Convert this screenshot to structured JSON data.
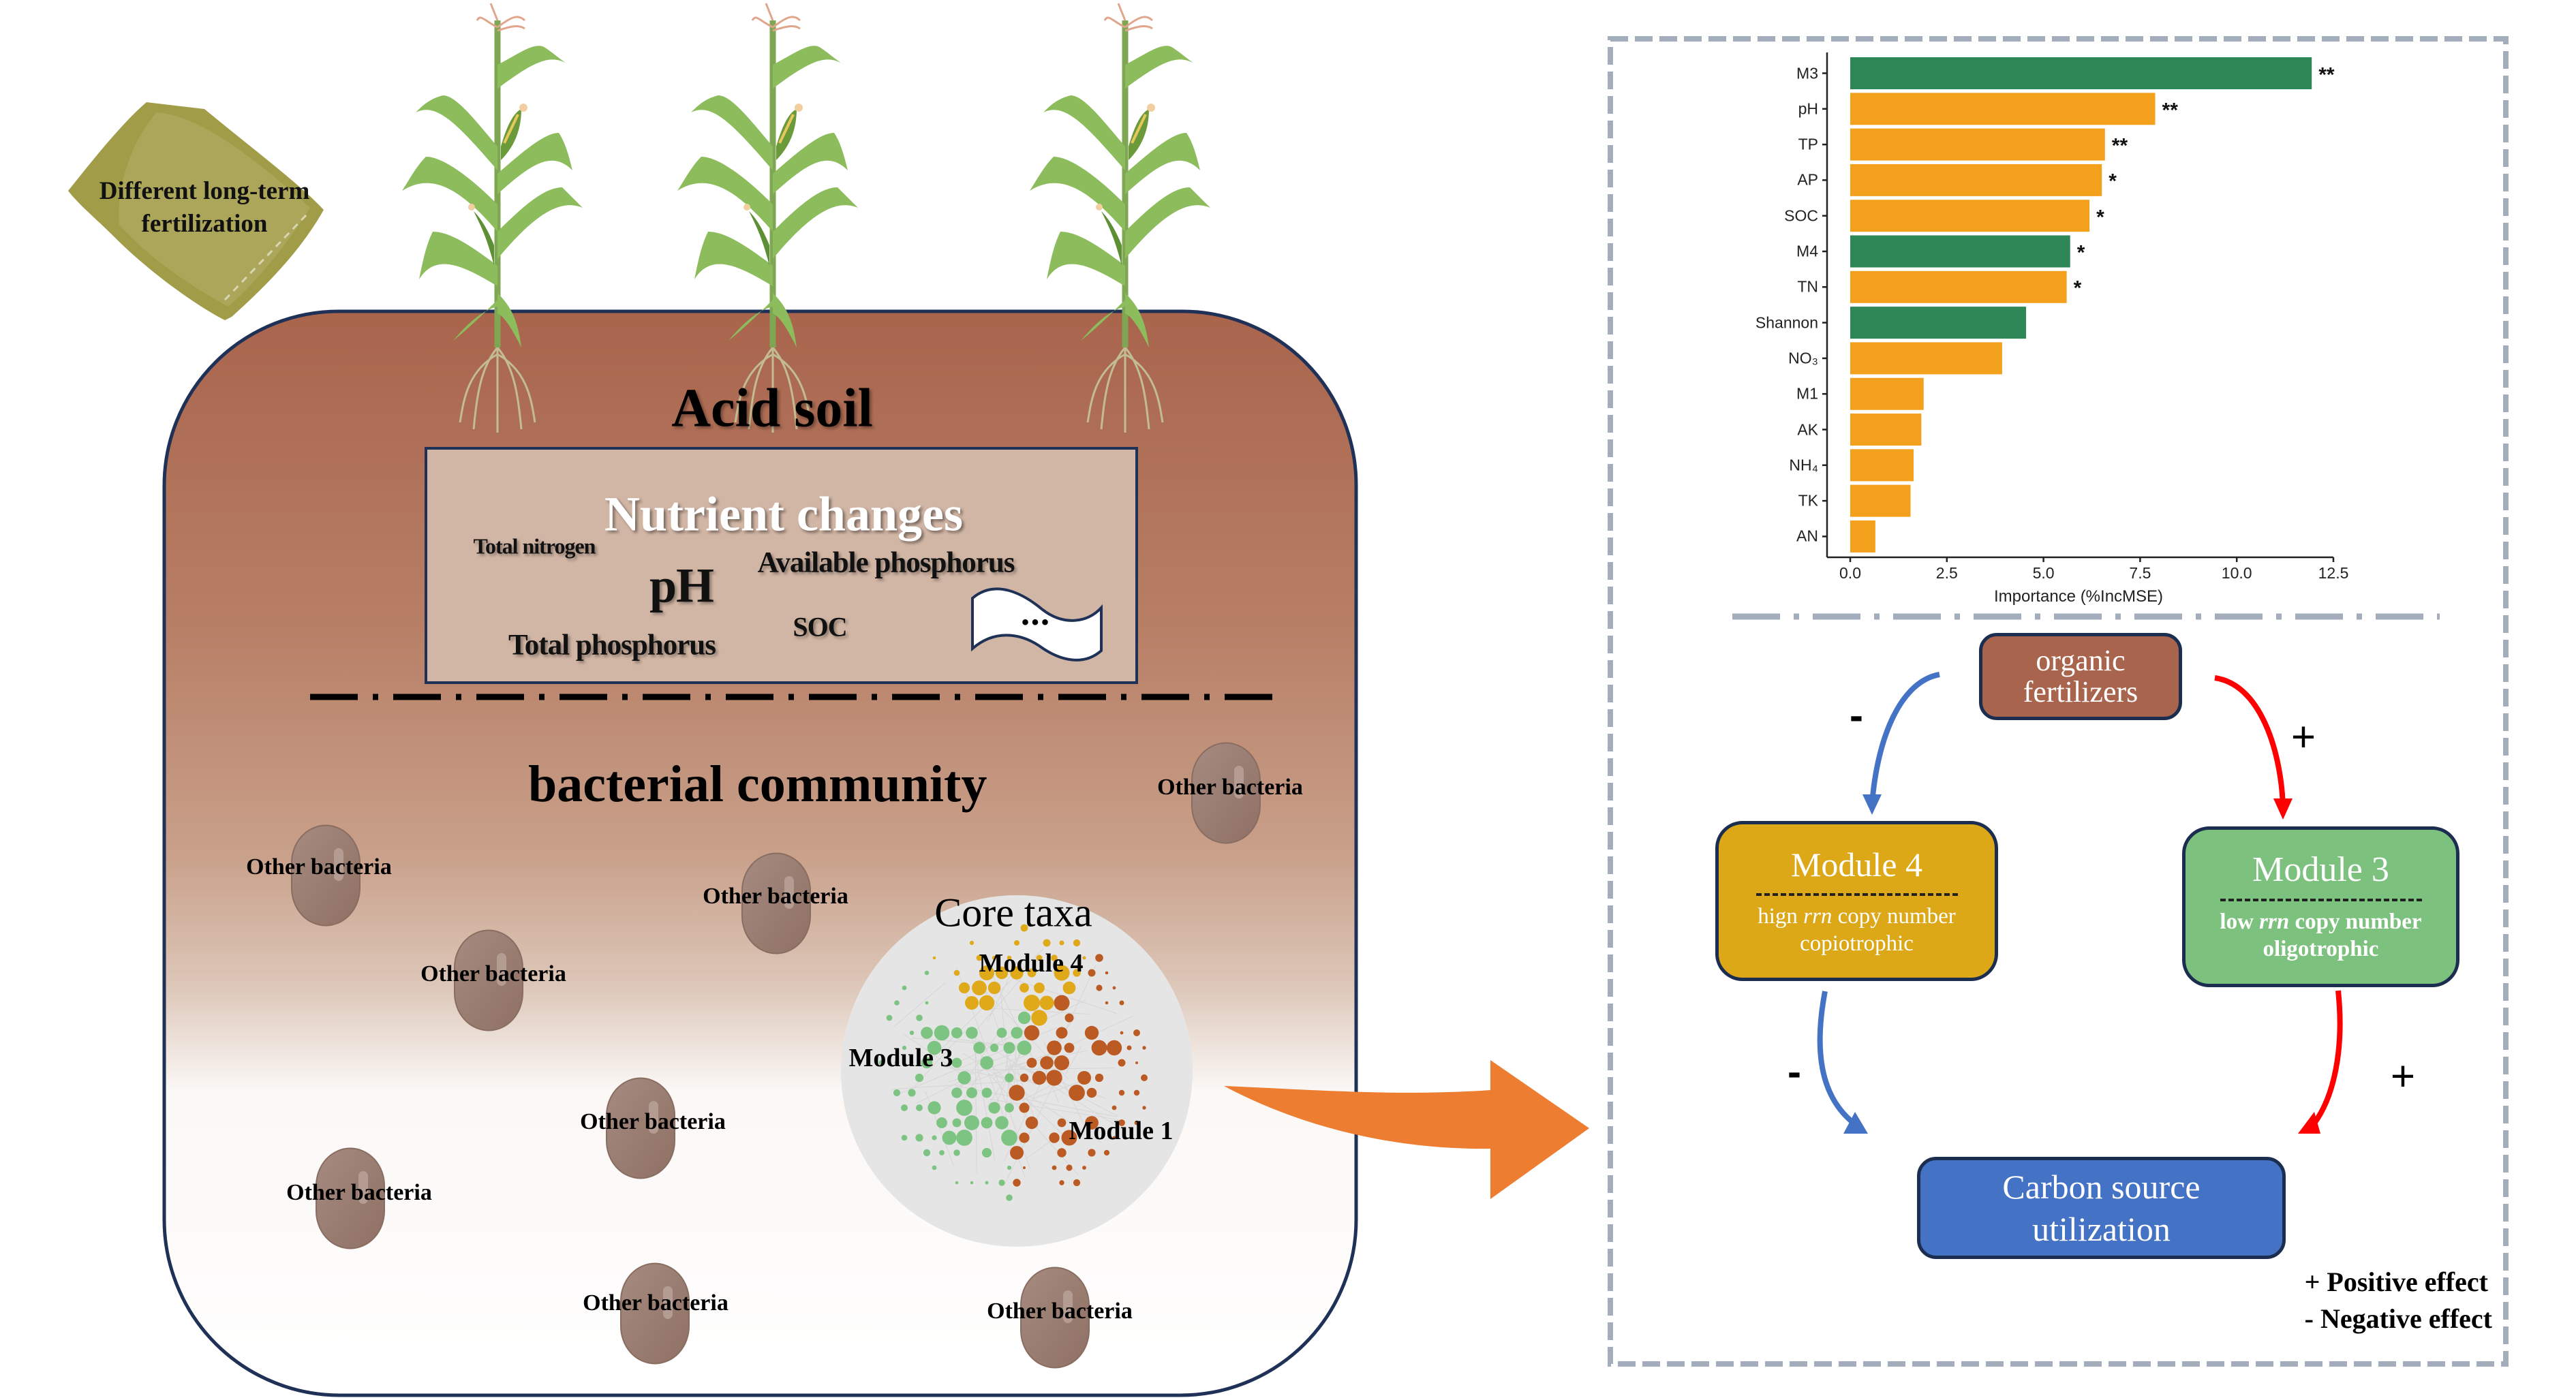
{
  "fertilizer_bag": {
    "label_line1": "Different long-term",
    "label_line2": "fertilization",
    "color": "#a8a552"
  },
  "soil": {
    "title": "Acid soil",
    "top_color": "#a9654d",
    "nutrient_box": {
      "title": "Nutrient changes",
      "items": {
        "total_nitrogen": "Total nitrogen",
        "ph": "pH",
        "available_phosphorus": "Available phosphorus",
        "soc": "SOC",
        "total_phosphorus": "Total phosphorus",
        "more": "•••"
      }
    },
    "community_title": "bacterial community",
    "other_bacteria_label": "Other bacteria",
    "core_taxa": {
      "title": "Core taxa",
      "modules": [
        "Module 4",
        "Module 3",
        "Module 1"
      ],
      "module_colors": {
        "Module 1": "#bb5a22",
        "Module 3": "#7dc482",
        "Module 4": "#e0a91a"
      }
    }
  },
  "chart_data": {
    "type": "bar",
    "orientation": "horizontal",
    "title": "",
    "xlabel": "Importance (%IncMSE)",
    "ylabel": "",
    "xlim": [
      0,
      12.5
    ],
    "xticks": [
      "0.0",
      "2.5",
      "5.0",
      "7.5",
      "10.0",
      "12.5"
    ],
    "grid": false,
    "categories": [
      "M3",
      "pH",
      "TP",
      "AP",
      "SOC",
      "M4",
      "TN",
      "Shannon",
      "NO3",
      "M1",
      "AK",
      "NH4",
      "TK",
      "AN"
    ],
    "category_display": [
      "M3",
      "pH",
      "TP",
      "AP",
      "SOC",
      "M4",
      "TN",
      "Shannon",
      "NO₃",
      "M1",
      "AK",
      "NH₄",
      "TK",
      "AN"
    ],
    "values": [
      11.94,
      7.89,
      6.59,
      6.51,
      6.19,
      5.69,
      5.6,
      4.55,
      3.93,
      1.9,
      1.84,
      1.64,
      1.56,
      0.65
    ],
    "significance": [
      "**",
      "**",
      "**",
      "*",
      "*",
      "*",
      "*",
      "",
      "",
      "",
      "",
      "",
      "",
      ""
    ],
    "bar_group": [
      "microbial",
      "soil",
      "soil",
      "soil",
      "soil",
      "microbial",
      "soil",
      "microbial",
      "soil",
      "soil",
      "soil",
      "soil",
      "soil",
      "soil"
    ],
    "colors": {
      "microbial": "#2e8757",
      "soil": "#f3a11c"
    }
  },
  "flow": {
    "organic": {
      "line1": "organic",
      "line2": "fertilizers",
      "color": "#a9644d"
    },
    "module4": {
      "title": "Module 4",
      "line1_pre": "hign ",
      "line1_italic": "rrn",
      "line1_post": " copy number",
      "line2": "copiotrophic",
      "color": "#dca818"
    },
    "module3": {
      "title": "Module 3",
      "line1_pre": "low ",
      "line1_italic": "rrn",
      "line1_post": " copy number",
      "line2": "oligotrophic",
      "color": "#7dc17e"
    },
    "carbon": {
      "line1": "Carbon source",
      "line2": "utilization",
      "color": "#4472c4"
    },
    "signs": {
      "org_to_m4": "-",
      "org_to_m3": "+",
      "m4_to_carbon": "-",
      "m3_to_carbon": "+"
    },
    "arrow_colors": {
      "negative": "#4472c4",
      "positive": "#ff0000"
    },
    "legend": {
      "positive": "+ Positive effect",
      "negative": "- Negative effect"
    }
  },
  "big_arrow_color": "#ed7d31"
}
